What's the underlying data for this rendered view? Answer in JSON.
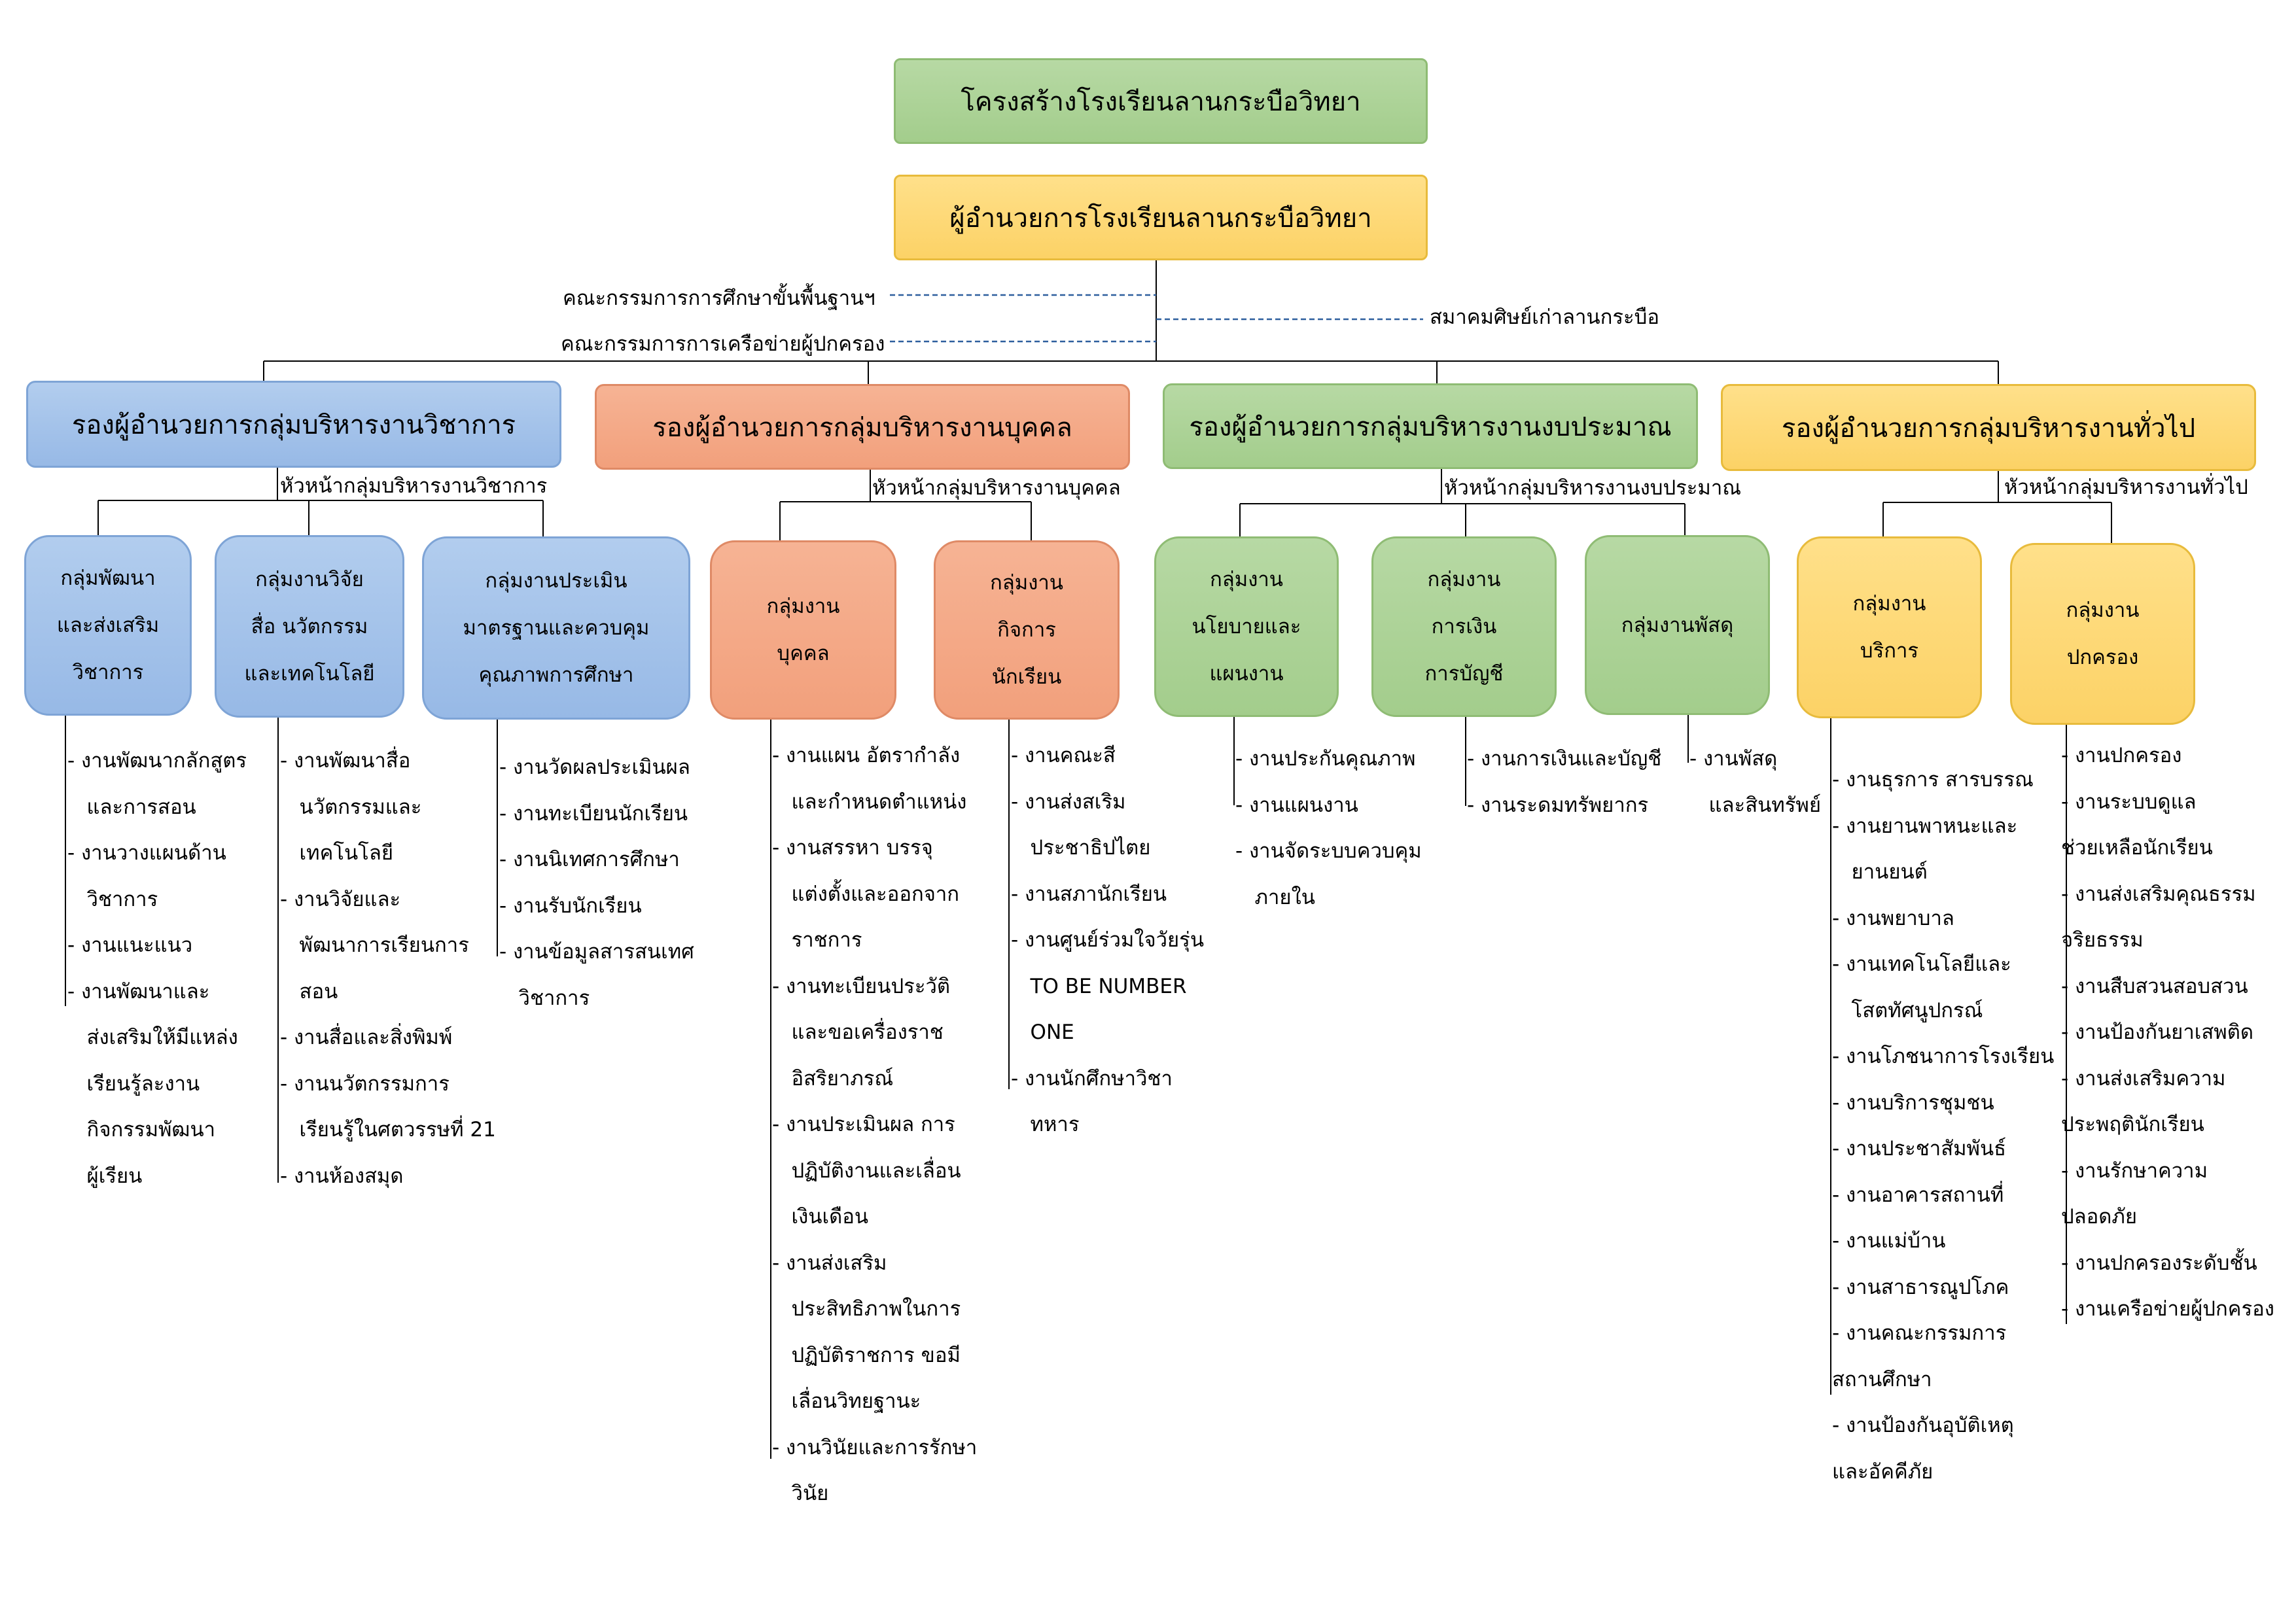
{
  "title": "โครงสร้างโรงเรียนลานกระบือวิทยา",
  "director": "ผู้อำนวยการโรงเรียนลานกระบือวิทยา",
  "committees": {
    "basic_education": "คณะกรรมการการศึกษาขั้นพื้นฐานฯ",
    "parent_network": "คณะกรรมการการเครือข่ายผู้ปกครอง",
    "alumni": "สมาคมศิษย์เก่าลานกระบือ"
  },
  "divisions": [
    {
      "vp": "รองผู้อำนวยการกลุ่มบริหารงานวิชาการ",
      "head": "หัวหน้ากลุ่มบริหารงานวิชาการ",
      "color": "#9dbde8",
      "groups": [
        {
          "name": "กลุ่มพัฒนา\nและส่งเสริม\nวิชาการ",
          "lines": [
            "- งานพัฒนากลักสูตร",
            "  และการสอน",
            "- งานวางแผนด้าน",
            "  วิชาการ",
            "- งานแนะแนว",
            "- งานพัฒนาและ",
            "  ส่งเสริมให้มีแหล่ง",
            "  เรียนรู้ละงาน",
            "  กิจกรรมพัฒนา",
            "  ผู้เรียน"
          ]
        },
        {
          "name": "กลุ่มงานวิจัย\nสื่อ นวัตกรรม\nและเทคโนโลยี",
          "lines": [
            "- งานพัฒนาสื่อ",
            "  นวัตกรรมและ",
            "  เทคโนโลยี",
            "- งานวิจัยและ",
            "  พัฒนาการเรียนการ",
            "  สอน",
            "- งานสื่อและสิ่งพิมพ์",
            "- งานนวัตกรรมการ",
            "  เรียนรู้ในศตวรรษที่ 21",
            "- งานห้องสมุด"
          ]
        },
        {
          "name": "กลุ่มงานประเมิน\nมาตรฐานและควบคุม\nคุณภาพการศึกษา",
          "lines": [
            "- งานวัดผลประเมินผล",
            "- งานทะเบียนนักเรียน",
            "- งานนิเทศการศึกษา",
            "- งานรับนักเรียน",
            "- งานข้อมูลสารสนเทศ",
            "  วิชาการ"
          ]
        }
      ]
    },
    {
      "vp": "รองผู้อำนวยการกลุ่มบริหารงานบุคคล",
      "head": "หัวหน้ากลุ่มบริหารงานบุคคล",
      "color": "#f4a886",
      "groups": [
        {
          "name": "กลุ่มงาน\nบุคคล",
          "lines": [
            "- งานแผน อัตรากำลัง",
            "  และกำหนดตำแหน่ง",
            "- งานสรรหา บรรจุ",
            "  แต่งตั้งและออกจาก",
            "  ราชการ",
            "- งานทะเบียนประวัติ",
            "  และขอเครื่องราช",
            "  อิสริยาภรณ์",
            "- งานประเมินผล การ",
            "  ปฏิบัติงานและเลื่อน",
            "  เงินเดือน",
            "- งานส่งเสริม",
            "  ประสิทธิภาพในการ",
            "  ปฏิบัติราชการ ขอมี",
            "  เลื่อนวิทยฐานะ",
            "- งานวินัยและการรักษา",
            "  วินัย"
          ]
        },
        {
          "name": "กลุ่มงาน\nกิจการ\nนักเรียน",
          "lines": [
            "- งานคณะสี",
            "- งานส่งสเริม",
            "  ประชาธิปไตย",
            "- งานสภานักเรียน",
            "- งานศูนย์ร่วมใจวัยรุ่น",
            "  TO BE NUMBER",
            "  ONE",
            "- งานนักศึกษาวิชา",
            "  ทหาร"
          ]
        }
      ]
    },
    {
      "vp": "รองผู้อำนวยการกลุ่มบริหารงานงบประมาณ",
      "head": "หัวหน้ากลุ่มบริหารงานงบประมาณ",
      "color": "#a9d18e",
      "groups": [
        {
          "name": "กลุ่มงาน\nนโยบายและ\nแผนงาน",
          "lines": [
            "- งานประกันคุณภาพ",
            "- งานแผนงาน",
            "- งานจัดระบบควบคุม",
            "  ภายใน"
          ]
        },
        {
          "name": "กลุ่มงาน\nการเงิน\nการบัญชี",
          "lines": [
            "- งานการเงินและบัญชี",
            "- งานระดมทรัพยากร"
          ]
        },
        {
          "name": "กลุ่มงานพัสดุ",
          "lines": [
            "- งานพัสดุ",
            "  และสินทรัพย์"
          ]
        }
      ]
    },
    {
      "vp": "รองผู้อำนวยการกลุ่มบริหารงานทั่วไป",
      "head": "หัวหน้ากลุ่มบริหารงานทั่วไป",
      "color": "#fdd570",
      "groups": [
        {
          "name": "กลุ่มงาน\nบริการ",
          "lines": [
            "- งานธุรการ สารบรรณ",
            "- งานยานพาหนะและ",
            "  ยานยนต์",
            "- งานพยาบาล",
            "- งานเทคโนโลยีและ",
            "  โสตทัศนูปกรณ์",
            "- งานโภชนาการโรงเรียน",
            "- งานบริการชุมชน",
            "- งานประชาสัมพันธ์",
            "- งานอาคารสถานที่",
            "- งานแม่บ้าน",
            "- งานสาธารณูปโภค",
            "- งานคณะกรรมการ",
            "สถานศึกษา",
            "- งานป้องกันอุบัติเหตุ",
            "และอัคคีภัย"
          ]
        },
        {
          "name": "กลุ่มงาน\nปกครอง",
          "lines": [
            "- งานปกครอง",
            "- งานระบบดูแล",
            "ช่วยเหลือนักเรียน",
            "- งานส่งเสริมคุณธรรม",
            "จริยธรรม",
            "- งานสืบสวนสอบสวน",
            "- งานป้องกันยาเสพติด",
            "- งานส่งเสริมความ",
            "ประพฤตินักเรียน",
            "- งานรักษาความ",
            "ปลอดภัย",
            "- งานปกครองระดับชั้น",
            "- งานเครือข่ายผู้ปกครอง"
          ]
        }
      ]
    }
  ]
}
